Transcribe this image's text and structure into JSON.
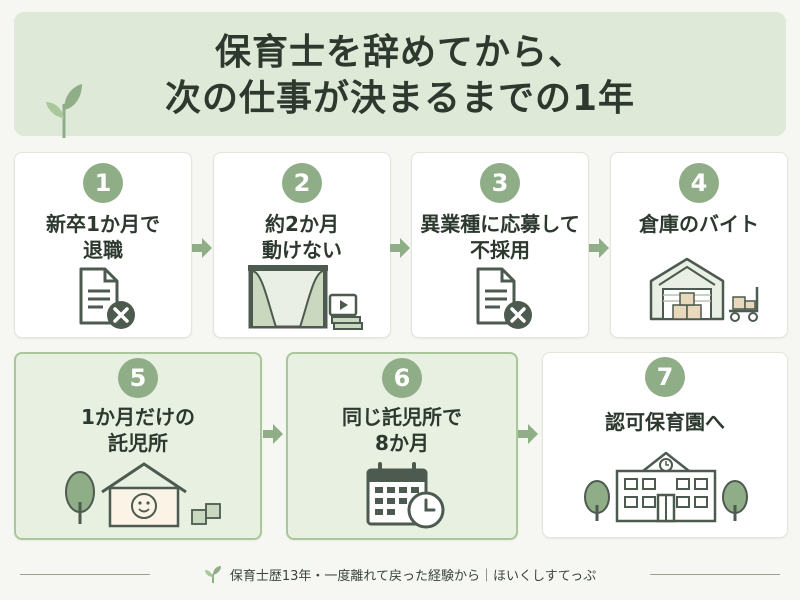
{
  "title": {
    "line1": "保育士を辞めてから、",
    "line2": "次の仕事が決まるまでの1年"
  },
  "steps": [
    {
      "number": "1",
      "label_lines": [
        "新卒1か月で",
        "退職"
      ],
      "icon": "document-x-icon"
    },
    {
      "number": "2",
      "label_lines": [
        "約2か月",
        "動けない"
      ],
      "icon": "curtain-window-icon"
    },
    {
      "number": "3",
      "label_lines": [
        "異業種に応募して",
        "不採用"
      ],
      "icon": "document-x-icon"
    },
    {
      "number": "4",
      "label_lines": [
        "倉庫のバイト"
      ],
      "icon": "warehouse-icon"
    },
    {
      "number": "5",
      "label_lines": [
        "1か月だけの",
        "託児所"
      ],
      "icon": "smiley-house-icon"
    },
    {
      "number": "6",
      "label_lines": [
        "同じ託児所で",
        "8か月"
      ],
      "icon": "calendar-clock-icon"
    },
    {
      "number": "7",
      "label_lines": [
        "認可保育園へ"
      ],
      "icon": "school-building-icon"
    }
  ],
  "footer": {
    "text": "保育士歴13年・一度離れて戻った経験から｜ほいくしすてっぷ"
  },
  "colors": {
    "accent": "#8fad86",
    "header_bg": "#dfe9d8",
    "highlight_bg": "#e7f0e1",
    "icon_dark": "#4d5a4f"
  }
}
